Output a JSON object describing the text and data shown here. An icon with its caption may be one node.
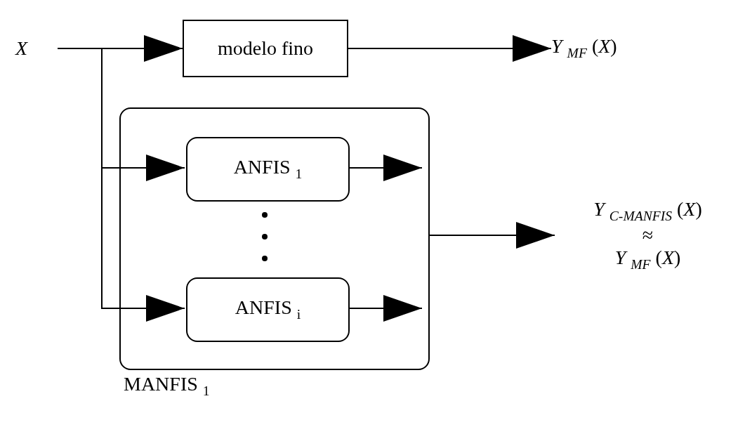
{
  "diagram": {
    "nodes": [
      {
        "text": [
          "X"
        ]
      },
      {
        "text": [
          "modelo fino"
        ]
      },
      {
        "text": [
          "*Y* $_{MF}$ (*X*)"
        ]
      },
      {
        "text": [
          "MANFIS $_{1}$"
        ]
      },
      {
        "text": [
          "ANFIS $_{1}$"
        ],
        "in": 3
      },
      {
        "text": [
          "ANFIS $_{i}$"
        ],
        "in": 3
      },
      {
        "text": [
          "*Y* $_{C-MANFIS}$ (*X*)",
          "≈",
          "*Y* $_{MF}$ (*X*)"
        ]
      }
    ],
    "edges": [
      {
        "from": 0,
        "to": 1,
        "arrow": "to"
      },
      {
        "from": 0,
        "to": 4,
        "arrow": "to"
      },
      {
        "from": 0,
        "to": 5,
        "arrow": "to"
      },
      {
        "from": 1,
        "to": 2,
        "arrow": "to"
      },
      {
        "from": 4,
        "to": null,
        "arrow": "to"
      },
      {
        "from": 5,
        "to": null,
        "arrow": "to"
      },
      {
        "from": 3,
        "to": 6,
        "arrow": "to"
      }
    ]
  }
}
